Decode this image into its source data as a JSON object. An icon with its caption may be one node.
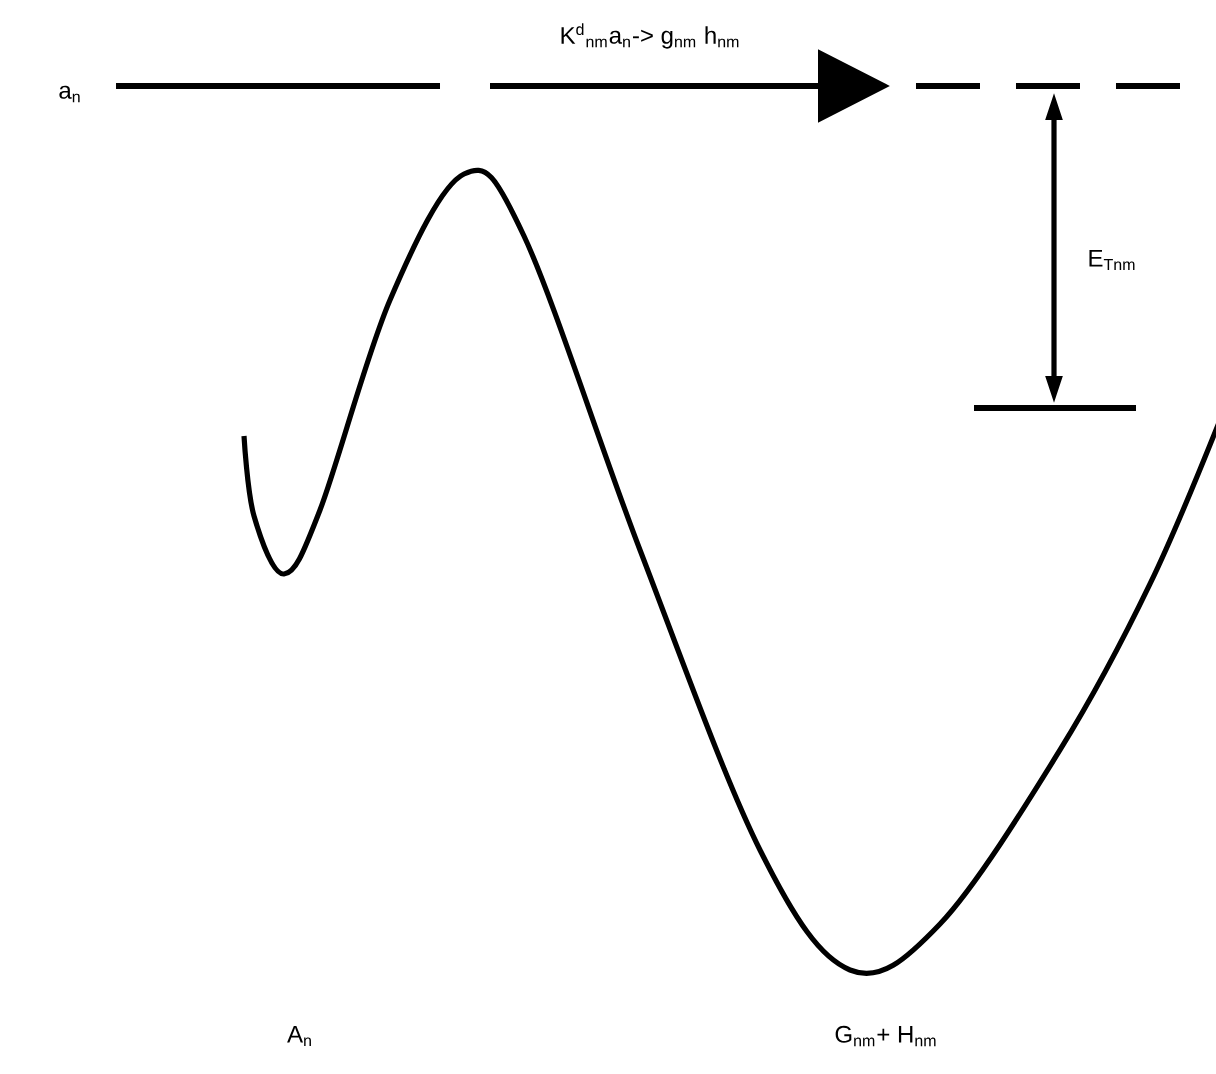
{
  "diagram": {
    "labels": [
      "a$_{n}$",
      "K$^{d}$$_{nm}$a$_{n}$-> g$_{nm}$ h$_{nm}$",
      "E$_{Tnm}$",
      "A$_{n}$",
      "G$_{nm}$+ H$_{nm}$"
    ]
  }
}
